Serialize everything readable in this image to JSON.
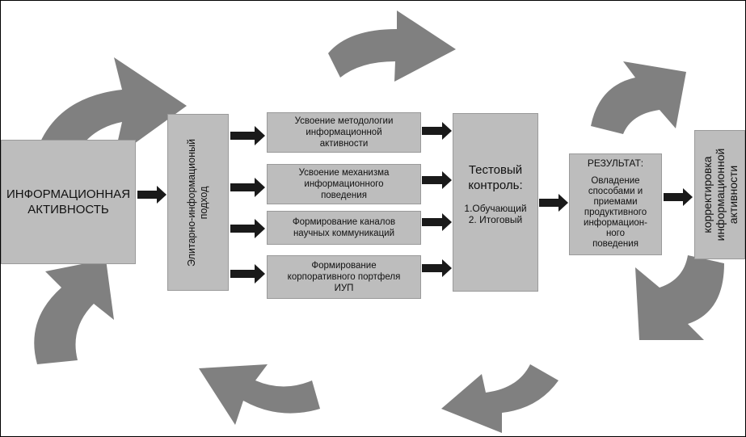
{
  "colors": {
    "box_fill": "#bdbdbd",
    "curved_arrow": "#808080",
    "block_arrow": "#1a1a1a",
    "background": "#ffffff"
  },
  "diagram": {
    "start_box": "ИНФОРМАЦИОННАЯ\nАКТИВНОСТЬ",
    "approach_box": "Элитарно-информационый\nподход",
    "steps": [
      "Усвоение методологии\nинформационной\nактивности",
      "Усвоение механизма\nинформационного\nповедения",
      "Формирование каналов\nнаучных коммуникаций",
      "Формирование\nкорпоративного портфеля\nИУП"
    ],
    "test_box": {
      "title": "Тестовый\nконтроль:",
      "items": "1.Обучающий\n2. Итоговый"
    },
    "result_box": {
      "heading": "РЕЗУЛЬТАТ:",
      "body": "Овладение\nспособами и\nприемами\nпродуктивного\nинформацион-\nного\nповедения"
    },
    "correction_box": "корректировка\nинформационной\nактивности"
  }
}
